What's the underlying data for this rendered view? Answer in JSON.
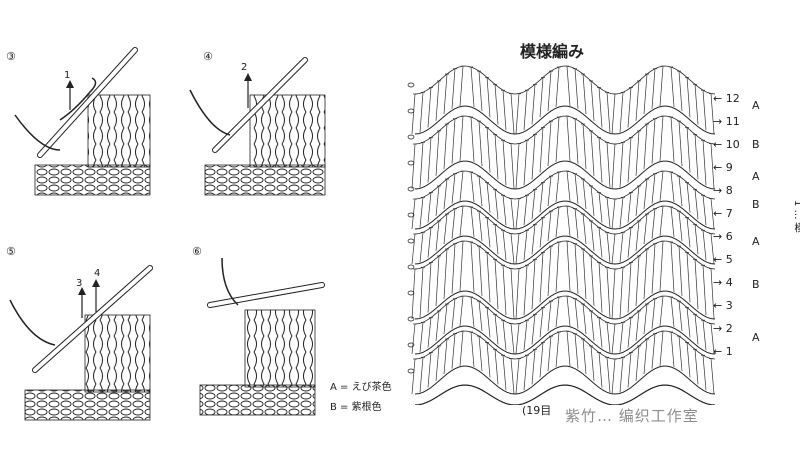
{
  "steps": [
    {
      "number": "③",
      "arrows": [
        "1"
      ]
    },
    {
      "number": "④",
      "arrows": [
        "2"
      ]
    },
    {
      "number": "⑤",
      "arrows": [
        "3",
        "4"
      ]
    },
    {
      "number": "⑥",
      "arrows": []
    }
  ],
  "pattern": {
    "title": "模様編み",
    "rows": [
      {
        "label": "12",
        "dir": "←"
      },
      {
        "label": "11",
        "dir": "→"
      },
      {
        "label": "10",
        "dir": "←"
      },
      {
        "label": "9",
        "dir": "←"
      },
      {
        "label": "8",
        "dir": "→"
      },
      {
        "label": "7",
        "dir": "←"
      },
      {
        "label": "6",
        "dir": "→"
      },
      {
        "label": "5",
        "dir": "←"
      },
      {
        "label": "4",
        "dir": "→"
      },
      {
        "label": "3",
        "dir": "←"
      },
      {
        "label": "2",
        "dir": "→"
      },
      {
        "label": "1",
        "dir": "←"
      }
    ],
    "groups": [
      "A",
      "B",
      "A",
      "B",
      "A",
      "B",
      "A"
    ],
    "foundation_note": "(19目",
    "side_text": "1 … 模"
  },
  "legend": {
    "a": "A = えび茶色",
    "b": "B = 紫根色"
  },
  "watermark": "紫竹… 编织工作室"
}
